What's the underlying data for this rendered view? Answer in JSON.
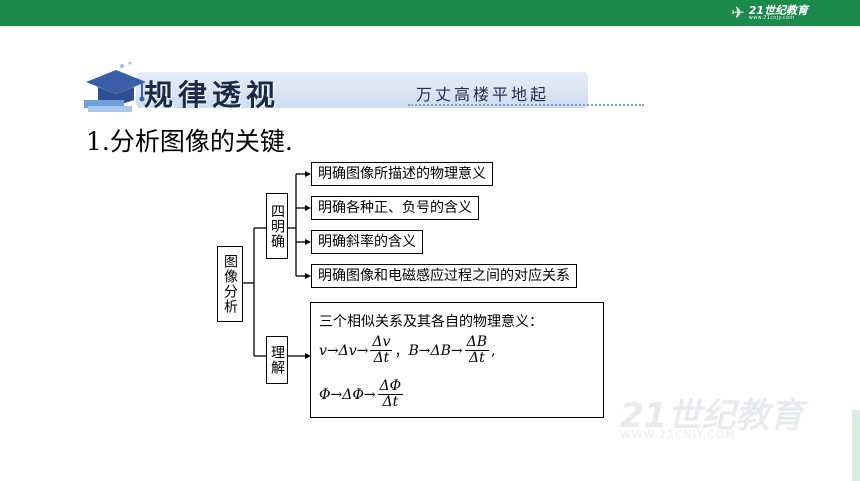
{
  "header": {
    "logo_text": "21世纪教育",
    "logo_sub": "www.21cnjy.com"
  },
  "banner": {
    "title": "规律透视",
    "slogan": "万丈高楼平地起"
  },
  "heading": "1.分析图像的关键.",
  "diagram": {
    "root": "图像分析",
    "branch1": "四明确",
    "items": [
      "明确图像所描述的物理意义",
      "明确各种正、负号的含义",
      "明确斜率的含义",
      "明确图像和电磁感应过程之间的对应关系"
    ],
    "branch2": "理解",
    "understand_line": "三个相似关系及其各自的物理意义：",
    "formula": {
      "v": "v",
      "dv": "Δv",
      "dt": "Δt",
      "B": "B",
      "dB": "ΔB",
      "phi": "Φ",
      "dphi": "ΔΦ",
      "arrow": "→",
      "comma": "，",
      "comma2": ","
    }
  },
  "watermark": {
    "main": "21世纪教育",
    "sub": "WWW.21CNJY.COM"
  },
  "colors": {
    "topbar": "#1b8a4c",
    "banner": "#cfdcf0"
  }
}
